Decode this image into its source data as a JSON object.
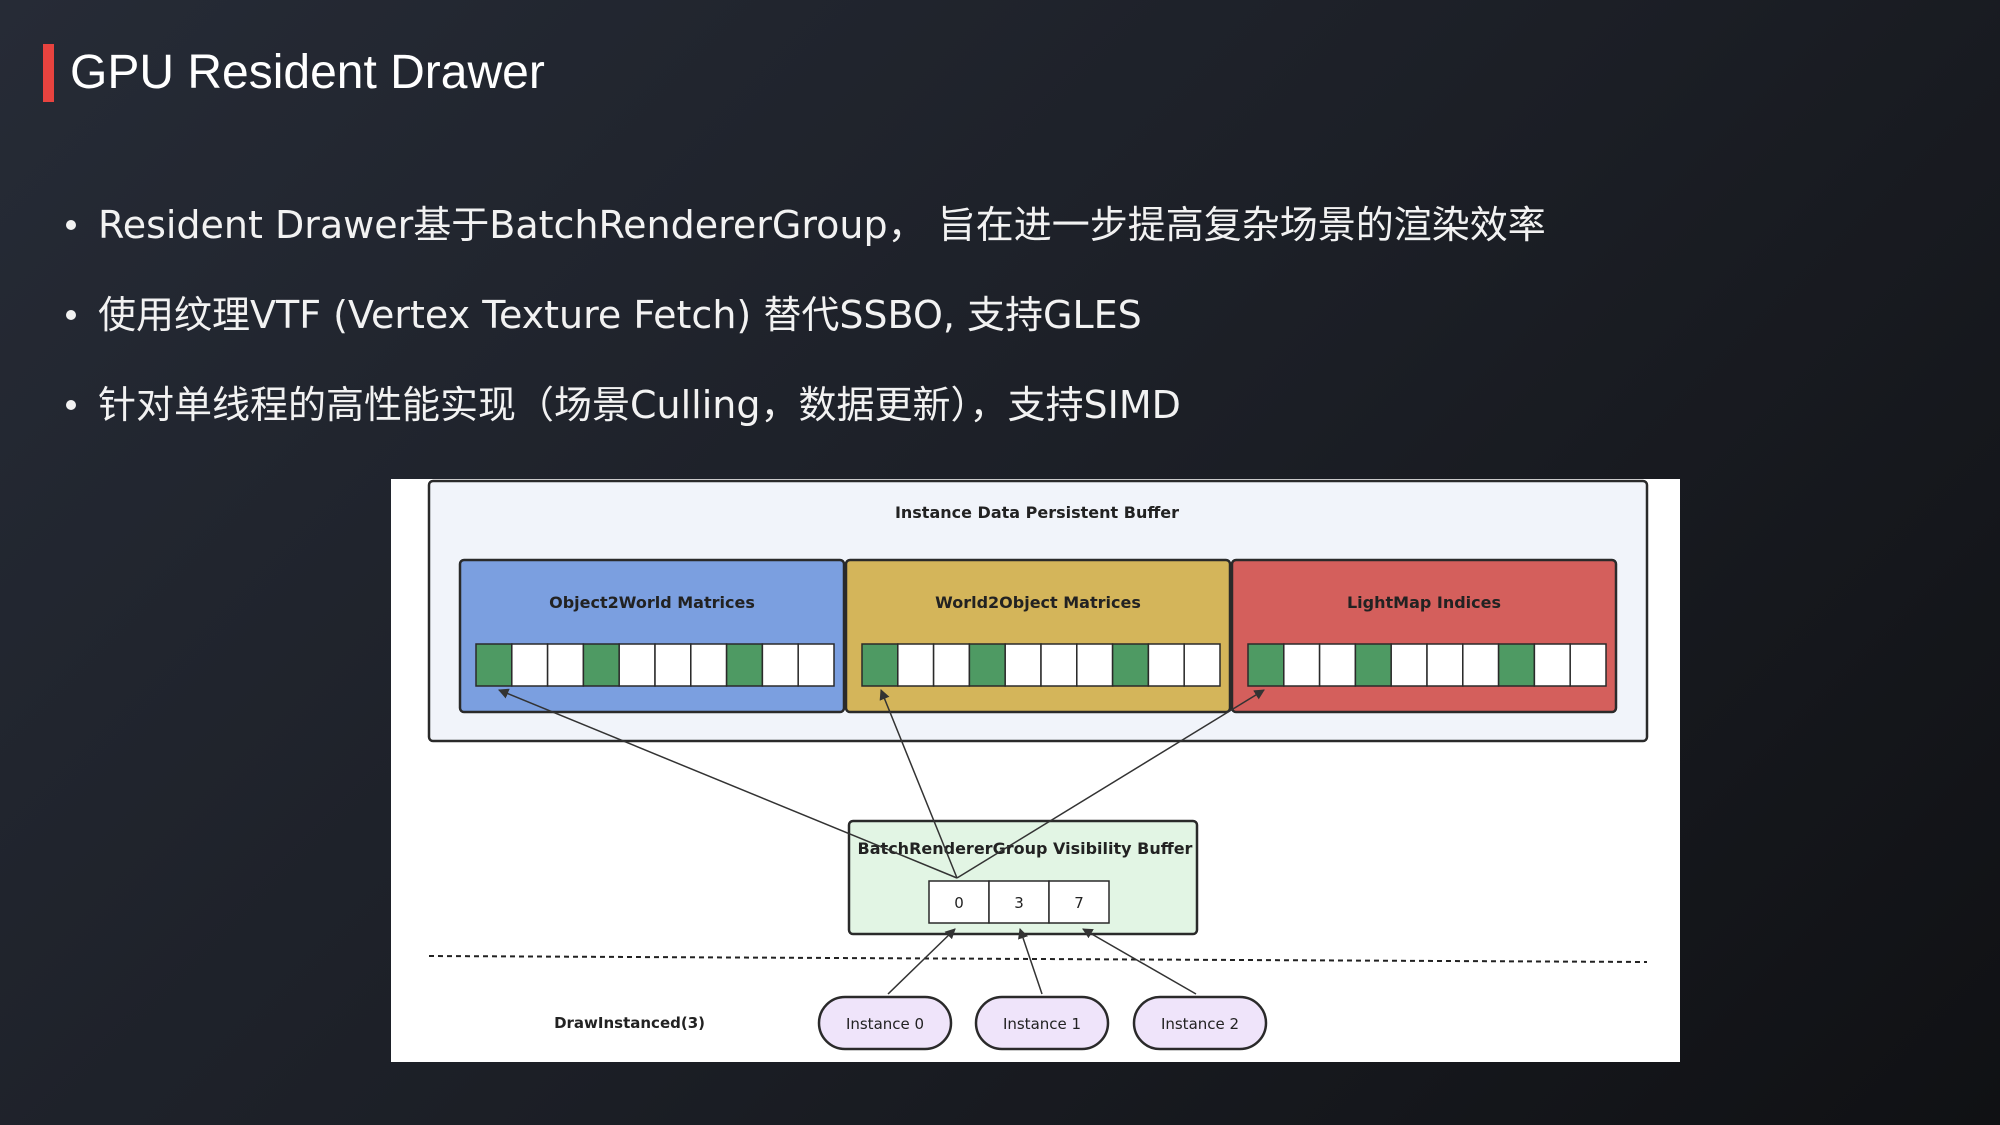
{
  "slide": {
    "title": "GPU Resident Drawer",
    "bullets": [
      "Resident Drawer基于BatchRendererGroup， 旨在进一步提高复杂场景的渲染效率",
      "使用纹理VTF (Vertex Texture Fetch) 替代SSBO, 支持GLES",
      "针对单线程的高性能实现（场景Culling，数据更新），支持SIMD"
    ]
  },
  "diagram": {
    "outer_label": "Instance Data Persistent Buffer",
    "buffers": [
      {
        "label": "Object2World Matrices",
        "color": "#7b9fe0",
        "cells": [
          "g",
          "w",
          "w",
          "g",
          "w",
          "w",
          "w",
          "g",
          "w",
          "w"
        ]
      },
      {
        "label": "World2Object Matrices",
        "color": "#d4b55a",
        "cells": [
          "g",
          "w",
          "w",
          "g",
          "w",
          "w",
          "w",
          "g",
          "w",
          "w"
        ]
      },
      {
        "label": "LightMap Indices",
        "color": "#d45f5c",
        "cells": [
          "g",
          "w",
          "w",
          "g",
          "w",
          "w",
          "w",
          "g",
          "w",
          "w"
        ]
      }
    ],
    "visibility": {
      "label": "BatchRendererGroup Visibility Buffer",
      "values": [
        "0",
        "3",
        "7"
      ]
    },
    "draw_label": "DrawInstanced(3)",
    "instances": [
      "Instance 0",
      "Instance 1",
      "Instance 2"
    ],
    "colors": {
      "outer_fill": "#f1f4fa",
      "visibility_fill": "#e2f5e4",
      "instance_fill": "#efe4fa",
      "cell_green": "#4e9a63",
      "cell_white": "#ffffff"
    }
  }
}
